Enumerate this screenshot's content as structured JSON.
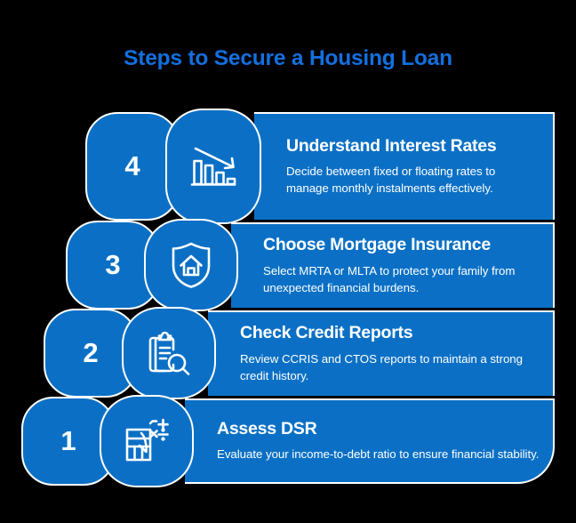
{
  "title": "Steps to Secure a Housing Loan",
  "colors": {
    "background": "#000000",
    "title_blue": "#1270E0",
    "card_blue": "#0B70C5",
    "outline_white": "#FFFFFF",
    "text_white": "#FFFFFF"
  },
  "steps": [
    {
      "number": "4",
      "icon": "declining-bar-chart-icon",
      "heading": "Understand Interest Rates",
      "description": "Decide between fixed or floating rates to manage monthly instalments effectively."
    },
    {
      "number": "3",
      "icon": "shield-house-icon",
      "heading": "Choose Mortgage Insurance",
      "description": "Select MRTA or MLTA to protect your family from unexpected financial burdens."
    },
    {
      "number": "2",
      "icon": "clipboard-magnifier-icon",
      "heading": "Check Credit Reports",
      "description": "Review CCRIS and CTOS reports to maintain a strong credit history."
    },
    {
      "number": "1",
      "icon": "calculator-math-icon",
      "heading": "Assess DSR",
      "description": "Evaluate your income-to-debt ratio to ensure financial stability."
    }
  ]
}
